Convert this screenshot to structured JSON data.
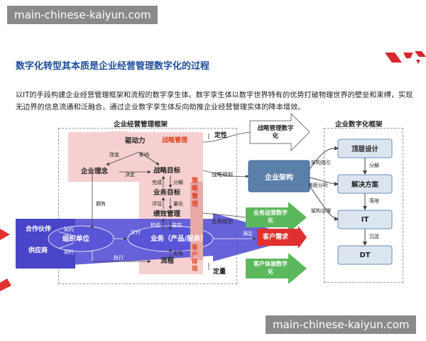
{
  "watermarks": {
    "top": "main-chinese-kaiyun.com",
    "bottom": "main-chinese-kaiyun.com"
  },
  "title": "数字化转型其本质是企业经营管理数字化的过程",
  "intro": "以IT的手段构建企业经营管理框架和流程的数字孪生体。数字孪生体以数字世界特有的优势打破物理世界的壁垒和束缚，实现无边界的信息流通和泛融合。通过企业数字孪生体反向助推企业经营管理实体的降本增效。",
  "left_panel": {
    "title": "企业经营管理框架",
    "dingxing": "定性",
    "dingliang": "定量",
    "qudongli": "驱动力",
    "gaibian": "改变",
    "yingxiang": "影响",
    "qiye_linian": "企业理念",
    "jueding": "决定",
    "zhanlue_guanli": "战略管理",
    "zhanlue_mubiao": "战略目标",
    "wancheng": "完成",
    "fenjie": "分解",
    "yewu_mubiao": "业务目标",
    "pinggu": "评估",
    "lianghua": "量化",
    "jixiao_guanli": "绩效管理",
    "jianyan": "检验",
    "jiankong": "监控",
    "celue_guanli": "策略管理",
    "yongyou": "拥有",
    "hezuo_huoban": "合作伙伴",
    "gongyingshang": "供应商",
    "qiyue1": "契约",
    "qiyue2": "契约",
    "zuzhi_danwei": "组织单位",
    "jiaofu": "交付",
    "yewu_chanpin": "业务（产品/服务）",
    "manzu": "满足",
    "kehu_xuqiu": "客户需求",
    "shixian": "实现",
    "zhixing": "执行",
    "liucheng": "流程",
    "kehu_tixian": "客户体现"
  },
  "middle": {
    "zhanlue_guanli_shuzihua": "战略管理数字化",
    "zhanlue_guihua": "战略规划",
    "qiye_jiagou": "企业架构",
    "yewu_guihua": "业务规划",
    "yewu_yunying_shuzihua": "业务运营数字化",
    "kehu_tiyan_shuzihua": "客户体验数字化"
  },
  "right_panel": {
    "title": "企业数字化框架",
    "dingceng_sheji": "顶层设计",
    "fenjie": "分解",
    "jiejue_fangan": "解决方案",
    "luodi": "落地",
    "it": "IT",
    "chendian": "沉淀",
    "dt": "DT",
    "jiagou_zhiyin": "架构指引",
    "chayi_fenxi": "差距分析",
    "jiagou_zhili": "架构治理"
  },
  "colors": {
    "title_blue": "#1f4e9c",
    "band_blue": "#5a55d6",
    "pink": "#f6d0d0",
    "accent_red": "#e03030",
    "green": "#5cb85c",
    "steel_blue": "#5a7fa8"
  }
}
